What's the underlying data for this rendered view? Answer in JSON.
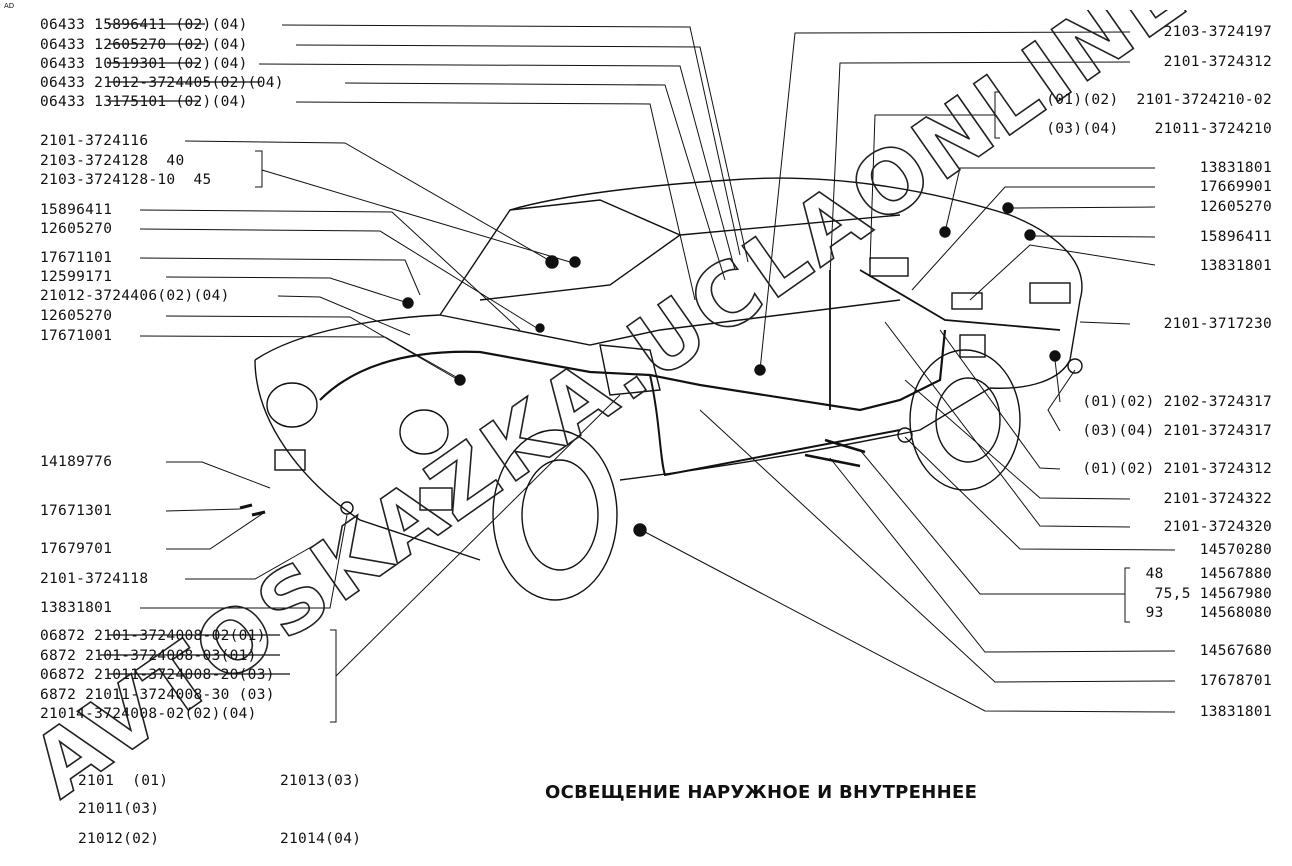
{
  "title": "ОСВЕЩЕНИЕ НАРУЖНОЕ И ВНУТРЕННЕЕ",
  "corner_mark": "AD",
  "watermark": "AVTOSKAZKA.UCLAONLINE",
  "labels_left": [
    "06433 15896411 (02)(04)",
    "06433 12605270 (02)(04)",
    "06433 10519301 (02)(04)",
    "06433 21012-3724405(02)(04)",
    "06433 13175101 (02)(04)",
    "2101-3724116",
    "2103-3724128  40",
    "2103-3724128-10  45",
    "15896411",
    "12605270",
    "17671101",
    "12599171",
    "21012-3724406(02)(04)",
    "12605270",
    "17671001",
    "14189776",
    "17671301",
    "17679701",
    "2101-3724118",
    "13831801",
    "06872 2101-3724008-02(01)",
    "6872 2101-3724008-03(01)",
    "06872 21011-3724008-20(03)",
    "6872 21011-3724008-30 (03)",
    "21014-3724008-02(02)(04)"
  ],
  "labels_right": [
    "2103-3724197",
    "2101-3724312",
    "(01)(02)  2101-3724210-02",
    "(03)(04)    21011-3724210",
    "13831801",
    "17669901",
    "12605270",
    "15896411",
    "13831801",
    "2101-3717230",
    "(01)(02) 2102-3724317",
    "(03)(04) 2101-3724317",
    "(01)(02) 2101-3724312",
    "2101-3724322",
    "2101-3724320",
    "14570280",
    "48    14567880",
    "75,5 14567980",
    "93    14568080",
    "14567680",
    "17678701",
    "13831801"
  ],
  "models": [
    "2101  (01)",
    "21013(03)",
    "21011(03)",
    "21012(02)",
    "21014(04)"
  ]
}
